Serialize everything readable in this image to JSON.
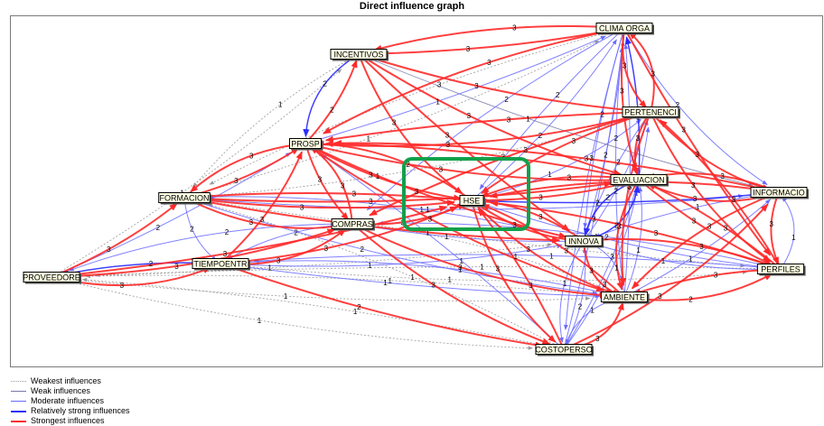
{
  "title": "Direct influence graph",
  "colors": {
    "weakest": "#9a9a9a",
    "weak": "#7777aa",
    "moderate": "#6a6aff",
    "relatively_strong": "#2b2bff",
    "strongest": "#ff2a2a",
    "highlight": "#11a04a",
    "node_fill": "#ffffe4",
    "node_border": "#000000",
    "label_text": "#000000"
  },
  "nodes": [
    {
      "id": "CLIMA",
      "label": "CLIMA ORGA"
    },
    {
      "id": "INCENT",
      "label": "INCENTIVOS"
    },
    {
      "id": "PERT",
      "label": "PERTENENCI"
    },
    {
      "id": "PROSP",
      "label": "PROSP"
    },
    {
      "id": "EVAL",
      "label": "EVALUACION"
    },
    {
      "id": "FORM",
      "label": "FORMACION"
    },
    {
      "id": "HSE",
      "label": "HSE"
    },
    {
      "id": "INFO",
      "label": "INFORMACIO"
    },
    {
      "id": "COMPRAS",
      "label": "COMPRAS"
    },
    {
      "id": "INNOVA",
      "label": "INNOVA"
    },
    {
      "id": "TIEMPO",
      "label": "TIEMPOENTR"
    },
    {
      "id": "PERF",
      "label": "PERFILES"
    },
    {
      "id": "PROV",
      "label": "PROVEEDORE"
    },
    {
      "id": "AMB",
      "label": "AMBIENTE"
    },
    {
      "id": "COSTO",
      "label": "COSTOPERSO"
    }
  ],
  "edges": [
    {
      "from": "INCENT",
      "to": "CLIMA",
      "level": "strongest",
      "weight": "3"
    },
    {
      "from": "INCENT",
      "to": "PERT",
      "level": "strongest",
      "weight": "3"
    },
    {
      "from": "INCENT",
      "to": "EVAL",
      "level": "strongest",
      "weight": "3"
    },
    {
      "from": "INCENT",
      "to": "HSE",
      "level": "strongest",
      "weight": "3"
    },
    {
      "from": "INCENT",
      "to": "INNOVA",
      "level": "strongest",
      "weight": "3"
    },
    {
      "from": "INCENT",
      "to": "INFO",
      "level": "weak",
      "weight": "1"
    },
    {
      "from": "INCENT",
      "to": "FORM",
      "level": "weakest",
      "weight": "1"
    },
    {
      "from": "INCENT",
      "to": "PROSP",
      "level": "relatively_strong",
      "weight": "2"
    },
    {
      "from": "PROSP",
      "to": "INCENT",
      "level": "strongest",
      "weight": "2"
    },
    {
      "from": "PROSP",
      "to": "HSE",
      "level": "strongest",
      "weight": "3"
    },
    {
      "from": "PROSP",
      "to": "EVAL",
      "level": "strongest",
      "weight": "3"
    },
    {
      "from": "PROSP",
      "to": "PERT",
      "level": "strongest",
      "weight": "3"
    },
    {
      "from": "PROSP",
      "to": "COMPRAS",
      "level": "strongest",
      "weight": "3"
    },
    {
      "from": "PROSP",
      "to": "INNOVA",
      "level": "strongest",
      "weight": "3"
    },
    {
      "from": "PROSP",
      "to": "FORM",
      "level": "strongest",
      "weight": "3"
    },
    {
      "from": "PROSP",
      "to": "AMB",
      "level": "strongest",
      "weight": "3"
    },
    {
      "from": "PROSP",
      "to": "CLIMA",
      "level": "moderate",
      "weight": "1"
    },
    {
      "from": "FORM",
      "to": "HSE",
      "level": "strongest",
      "weight": "3"
    },
    {
      "from": "FORM",
      "to": "EVAL",
      "level": "strongest",
      "weight": "3"
    },
    {
      "from": "FORM",
      "to": "COMPRAS",
      "level": "strongest",
      "weight": "3"
    },
    {
      "from": "FORM",
      "to": "PROSP",
      "level": "strongest",
      "weight": "3"
    },
    {
      "from": "FORM",
      "to": "INNOVA",
      "level": "strongest",
      "weight": "3"
    },
    {
      "from": "FORM",
      "to": "AMB",
      "level": "moderate",
      "weight": "2"
    },
    {
      "from": "FORM",
      "to": "INFO",
      "level": "moderate",
      "weight": "1"
    },
    {
      "from": "FORM",
      "to": "PERF",
      "level": "weakest",
      "weight": "1"
    },
    {
      "from": "FORM",
      "to": "TIEMPO",
      "level": "moderate",
      "weight": "2"
    },
    {
      "from": "FORM",
      "to": "CLIMA",
      "level": "weakest",
      "weight": "1"
    },
    {
      "from": "FORM",
      "to": "PERT",
      "level": "weakest",
      "weight": "1"
    },
    {
      "from": "PROV",
      "to": "FORM",
      "level": "strongest",
      "weight": "3"
    },
    {
      "from": "PROV",
      "to": "HSE",
      "level": "strongest",
      "weight": "3"
    },
    {
      "from": "PROV",
      "to": "COMPRAS",
      "level": "strongest",
      "weight": "3"
    },
    {
      "from": "PROV",
      "to": "TIEMPO",
      "level": "strongest",
      "weight": "3"
    },
    {
      "from": "PROV",
      "to": "PROSP",
      "level": "moderate",
      "weight": "2"
    },
    {
      "from": "PROV",
      "to": "INCENT",
      "level": "weakest",
      "weight": "1"
    },
    {
      "from": "PROV",
      "to": "AMB",
      "level": "weakest",
      "weight": "1"
    },
    {
      "from": "PROV",
      "to": "COSTO",
      "level": "weakest",
      "weight": "1"
    },
    {
      "from": "PROV",
      "to": "INNOVA",
      "level": "weakest",
      "weight": "1"
    },
    {
      "from": "TIEMPO",
      "to": "PROSP",
      "level": "strongest",
      "weight": "3"
    },
    {
      "from": "TIEMPO",
      "to": "HSE",
      "level": "strongest",
      "weight": "3"
    },
    {
      "from": "TIEMPO",
      "to": "COMPRAS",
      "level": "strongest",
      "weight": "3"
    },
    {
      "from": "TIEMPO",
      "to": "AMB",
      "level": "moderate",
      "weight": "1"
    },
    {
      "from": "TIEMPO",
      "to": "COSTO",
      "level": "strongest",
      "weight": "2"
    },
    {
      "from": "TIEMPO",
      "to": "INNOVA",
      "level": "moderate",
      "weight": "1"
    },
    {
      "from": "TIEMPO",
      "to": "PERF",
      "level": "weakest",
      "weight": "1"
    },
    {
      "from": "TIEMPO",
      "to": "PROV",
      "level": "relatively_strong",
      "weight": "2"
    },
    {
      "from": "COMPRAS",
      "to": "HSE",
      "level": "strongest",
      "weight": "3"
    },
    {
      "from": "COMPRAS",
      "to": "COSTO",
      "level": "strongest",
      "weight": "3"
    },
    {
      "from": "COMPRAS",
      "to": "AMB",
      "level": "strongest",
      "weight": "3"
    },
    {
      "from": "COMPRAS",
      "to": "INNOVA",
      "level": "moderate",
      "weight": "1"
    },
    {
      "from": "COMPRAS",
      "to": "TIEMPO",
      "level": "moderate",
      "weight": "2"
    },
    {
      "from": "COMPRAS",
      "to": "PROSP",
      "level": "strongest",
      "weight": "3"
    },
    {
      "from": "COMPRAS",
      "to": "PROV",
      "level": "moderate",
      "weight": "2"
    },
    {
      "from": "HSE",
      "to": "EVAL",
      "level": "strongest",
      "weight": "3"
    },
    {
      "from": "HSE",
      "to": "INNOVA",
      "level": "strongest",
      "weight": "3"
    },
    {
      "from": "HSE",
      "to": "AMB",
      "level": "strongest",
      "weight": "3"
    },
    {
      "from": "HSE",
      "to": "COSTO",
      "level": "strongest",
      "weight": "3"
    },
    {
      "from": "HSE",
      "to": "INFO",
      "level": "relatively_strong",
      "weight": "2"
    },
    {
      "from": "HSE",
      "to": "CLIMA",
      "level": "moderate",
      "weight": "2"
    },
    {
      "from": "HSE",
      "to": "PERT",
      "level": "moderate",
      "weight": "1"
    },
    {
      "from": "HSE",
      "to": "PROSP",
      "level": "strongest",
      "weight": "2"
    },
    {
      "from": "HSE",
      "to": "FORM",
      "level": "strongest",
      "weight": "3"
    },
    {
      "from": "HSE",
      "to": "PERF",
      "level": "moderate",
      "weight": "1"
    },
    {
      "from": "EVAL",
      "to": "HSE",
      "level": "strongest",
      "weight": "3"
    },
    {
      "from": "EVAL",
      "to": "INFO",
      "level": "strongest",
      "weight": "3"
    },
    {
      "from": "EVAL",
      "to": "PERF",
      "level": "strongest",
      "weight": "3"
    },
    {
      "from": "EVAL",
      "to": "PROSP",
      "level": "strongest",
      "weight": "3"
    },
    {
      "from": "EVAL",
      "to": "INNOVA",
      "level": "relatively_strong",
      "weight": "2"
    },
    {
      "from": "EVAL",
      "to": "AMB",
      "level": "strongest",
      "weight": "3"
    },
    {
      "from": "EVAL",
      "to": "CLIMA",
      "level": "relatively_strong",
      "weight": "2"
    },
    {
      "from": "PERT",
      "to": "EVAL",
      "level": "strongest",
      "weight": "3"
    },
    {
      "from": "PERT",
      "to": "INFO",
      "level": "strongest",
      "weight": "3"
    },
    {
      "from": "PERT",
      "to": "PERF",
      "level": "strongest",
      "weight": "3"
    },
    {
      "from": "PERT",
      "to": "PROSP",
      "level": "strongest",
      "weight": "3"
    },
    {
      "from": "PERT",
      "to": "HSE",
      "level": "strongest",
      "weight": "3"
    },
    {
      "from": "PERT",
      "to": "AMB",
      "level": "strongest",
      "weight": "3"
    },
    {
      "from": "PERT",
      "to": "CLIMA",
      "level": "strongest",
      "weight": "3"
    },
    {
      "from": "PERT",
      "to": "INNOVA",
      "level": "moderate",
      "weight": "2"
    },
    {
      "from": "PERT",
      "to": "COMPRAS",
      "level": "strongest",
      "weight": "3"
    },
    {
      "from": "CLIMA",
      "to": "INCENT",
      "level": "strongest",
      "weight": "3"
    },
    {
      "from": "CLIMA",
      "to": "PROSP",
      "level": "strongest",
      "weight": "3"
    },
    {
      "from": "CLIMA",
      "to": "HSE",
      "level": "moderate",
      "weight": "2"
    },
    {
      "from": "CLIMA",
      "to": "EVAL",
      "level": "strongest",
      "weight": "3"
    },
    {
      "from": "CLIMA",
      "to": "PERT",
      "level": "strongest",
      "weight": "3"
    },
    {
      "from": "CLIMA",
      "to": "INFO",
      "level": "moderate",
      "weight": "2"
    },
    {
      "from": "CLIMA",
      "to": "INNOVA",
      "level": "moderate",
      "weight": "2"
    },
    {
      "from": "CLIMA",
      "to": "AMB",
      "level": "moderate",
      "weight": "2"
    },
    {
      "from": "CLIMA",
      "to": "COMPRAS",
      "level": "moderate",
      "weight": "2"
    },
    {
      "from": "CLIMA",
      "to": "FORM",
      "level": "weakest",
      "weight": "3"
    },
    {
      "from": "CLIMA",
      "to": "PERF",
      "level": "strongest",
      "weight": "3"
    },
    {
      "from": "CLIMA",
      "to": "COSTO",
      "level": "moderate",
      "weight": "3"
    },
    {
      "from": "INFO",
      "to": "EVAL",
      "level": "strongest",
      "weight": "3"
    },
    {
      "from": "INFO",
      "to": "HSE",
      "level": "strongest",
      "weight": "3"
    },
    {
      "from": "INFO",
      "to": "INNOVA",
      "level": "moderate",
      "weight": "1"
    },
    {
      "from": "INFO",
      "to": "PERF",
      "level": "strongest",
      "weight": "3"
    },
    {
      "from": "INFO",
      "to": "AMB",
      "level": "strongest",
      "weight": "3"
    },
    {
      "from": "INFO",
      "to": "PROSP",
      "level": "strongest",
      "weight": "3"
    },
    {
      "from": "PERF",
      "to": "EVAL",
      "level": "strongest",
      "weight": "3"
    },
    {
      "from": "PERF",
      "to": "HSE",
      "level": "strongest",
      "weight": "3"
    },
    {
      "from": "PERF",
      "to": "INNOVA",
      "level": "strongest",
      "weight": "3"
    },
    {
      "from": "PERF",
      "to": "INFO",
      "level": "moderate",
      "weight": "1"
    },
    {
      "from": "PERF",
      "to": "AMB",
      "level": "strongest",
      "weight": "3"
    },
    {
      "from": "PERF",
      "to": "PERT",
      "level": "strongest",
      "weight": "3"
    },
    {
      "from": "PERF",
      "to": "TIEMPO",
      "level": "moderate",
      "weight": "1"
    },
    {
      "from": "PERF",
      "to": "COMPRAS",
      "level": "moderate",
      "weight": "2"
    },
    {
      "from": "PERF",
      "to": "PROV",
      "level": "weakest",
      "weight": "1"
    },
    {
      "from": "INNOVA",
      "to": "HSE",
      "level": "strongest",
      "weight": "3"
    },
    {
      "from": "INNOVA",
      "to": "AMB",
      "level": "strongest",
      "weight": "3"
    },
    {
      "from": "INNOVA",
      "to": "EVAL",
      "level": "relatively_strong",
      "weight": "2"
    },
    {
      "from": "INNOVA",
      "to": "CLIMA",
      "level": "moderate",
      "weight": "2"
    },
    {
      "from": "INNOVA",
      "to": "PERF",
      "level": "moderate",
      "weight": "1"
    },
    {
      "from": "INNOVA",
      "to": "COSTO",
      "level": "moderate",
      "weight": "1"
    },
    {
      "from": "INNOVA",
      "to": "FORM",
      "level": "moderate",
      "weight": "1"
    },
    {
      "from": "INNOVA",
      "to": "PERT",
      "level": "moderate",
      "weight": "2"
    },
    {
      "from": "AMB",
      "to": "HSE",
      "level": "strongest",
      "weight": "3"
    },
    {
      "from": "AMB",
      "to": "COSTO",
      "level": "moderate",
      "weight": "1"
    },
    {
      "from": "AMB",
      "to": "PERF",
      "level": "strongest",
      "weight": "2"
    },
    {
      "from": "AMB",
      "to": "INFO",
      "level": "moderate",
      "weight": "1"
    },
    {
      "from": "AMB",
      "to": "EVAL",
      "level": "moderate",
      "weight": "1"
    },
    {
      "from": "AMB",
      "to": "INNOVA",
      "level": "moderate",
      "weight": "1"
    },
    {
      "from": "AMB",
      "to": "TIEMPO",
      "level": "moderate",
      "weight": "1"
    },
    {
      "from": "AMB",
      "to": "CLIMA",
      "level": "moderate",
      "weight": "3"
    },
    {
      "from": "AMB",
      "to": "PROV",
      "level": "weakest",
      "weight": "1"
    },
    {
      "from": "AMB",
      "to": "COMPRAS",
      "level": "weakest",
      "weight": "1"
    },
    {
      "from": "COSTO",
      "to": "AMB",
      "level": "strongest",
      "weight": "3"
    },
    {
      "from": "COSTO",
      "to": "HSE",
      "level": "strongest",
      "weight": "3"
    },
    {
      "from": "COSTO",
      "to": "INNOVA",
      "level": "moderate",
      "weight": "2"
    },
    {
      "from": "COSTO",
      "to": "EVAL",
      "level": "moderate",
      "weight": "3"
    },
    {
      "from": "COSTO",
      "to": "INFO",
      "level": "strongest",
      "weight": "3"
    },
    {
      "from": "COSTO",
      "to": "PROSP",
      "level": "moderate",
      "weight": "1"
    },
    {
      "from": "COSTO",
      "to": "PROV",
      "level": "weakest",
      "weight": "1"
    },
    {
      "from": "COSTO",
      "to": "FORM",
      "level": "weakest",
      "weight": "1"
    },
    {
      "from": "COSTO",
      "to": "PERT",
      "level": "moderate",
      "weight": "3"
    },
    {
      "from": "COSTO",
      "to": "CLIMA",
      "level": "moderate",
      "weight": "3"
    }
  ],
  "legend": [
    {
      "label": "Weakest influences",
      "level": "weakest"
    },
    {
      "label": "Weak influences",
      "level": "weak"
    },
    {
      "label": "Moderate influences",
      "level": "moderate"
    },
    {
      "label": "Relatively strong influences",
      "level": "relatively_strong"
    },
    {
      "label": "Strongest influences",
      "level": "strongest"
    }
  ]
}
